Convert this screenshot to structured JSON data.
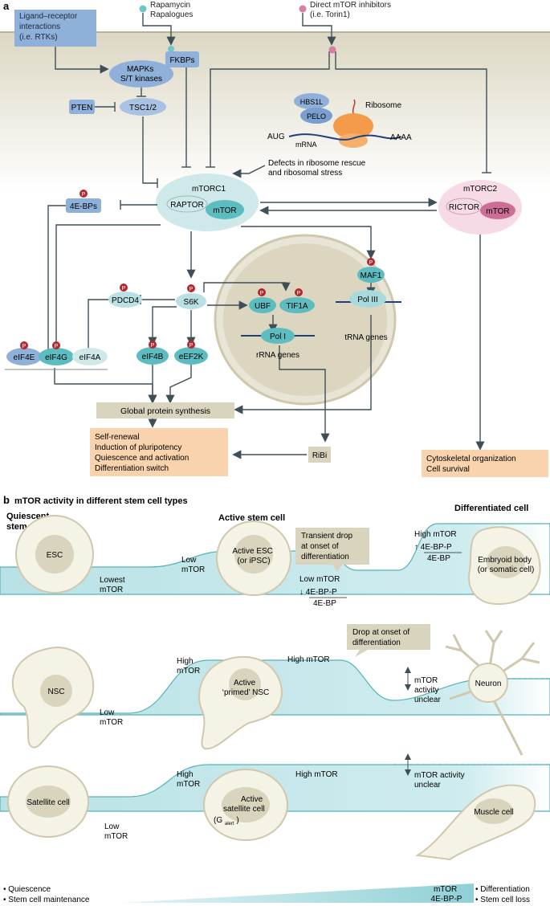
{
  "panel_a": {
    "label": "a",
    "inputs": {
      "ligand_box": [
        "Ligand–receptor",
        "interactions",
        "(i.e. RTKs)"
      ],
      "rapamycin": [
        "Rapamycin",
        "Rapalogues"
      ],
      "torin": [
        "Direct mTOR inhibitors",
        "(i.e. Torin1)"
      ]
    },
    "nodes": {
      "mapk": [
        "MAPKs",
        "S/T kinases"
      ],
      "fkbps": "FKBPs",
      "pten": "PTEN",
      "tsc": "TSC1/2",
      "hbs1l": "HBS1L",
      "pelo": "PELO",
      "ribosome": "Ribosome",
      "aug": "AUG",
      "mrna": "mRNA",
      "aaaa": "AAAA",
      "defects": [
        "Defects in ribosome rescue",
        "and ribosomal stress"
      ],
      "mtorc1": "mTORC1",
      "raptor": "RAPTOR",
      "mtor": "mTOR",
      "mtorc2": "mTORC2",
      "rictor": "RICTOR",
      "ebp": "4E-BPs",
      "pdcd4": "PDCD4",
      "s6k": "S6K",
      "ubf": "UBF",
      "tif1a": "TIF1A",
      "maf1": "MAF1",
      "pol1": "Pol I",
      "pol3": "Pol III",
      "rrna": "rRNA genes",
      "trna": "tRNA genes",
      "eif4e": "eIF4E",
      "eif4g": "eIF4G",
      "eif4a": "eIF4A",
      "eif4b": "eIF4B",
      "eef2k": "eEF2K",
      "p": "P"
    },
    "global_synthesis": "Global protein synthesis",
    "ribi": "RiBi",
    "outcomes_left": [
      "Self-renewal",
      "Induction of pluripotency",
      "Quiescence and activation",
      "Differentiation switch"
    ],
    "outcomes_right": [
      "Cytoskeletal organization",
      "Cell survival"
    ]
  },
  "panel_b": {
    "label": "b",
    "title": "mTOR activity in different stem cell types",
    "headers": {
      "quiescent": [
        "Quiescent",
        "stem cell (G0)"
      ],
      "active": "Active stem cell",
      "differentiated": "Differentiated cell"
    },
    "row1": {
      "esc": "ESC",
      "lowest": [
        "Lowest",
        "mTOR"
      ],
      "low1": [
        "Low",
        "mTOR"
      ],
      "active_esc": [
        "Active ESC",
        "(or iPSC)"
      ],
      "callout": [
        "Transient drop",
        "at onset of",
        "differentiation"
      ],
      "low2": "Low mTOR",
      "ratio_low": [
        "↓ 4E-BP-P",
        "4E-BP"
      ],
      "high": "High mTOR",
      "ratio_high": [
        "↑ 4E-BP-P",
        "4E-BP"
      ],
      "embryoid": [
        "Embryoid body",
        "(or somatic cell)"
      ]
    },
    "row2": {
      "nsc": "NSC",
      "low": [
        "Low",
        "mTOR"
      ],
      "high1": [
        "High",
        "mTOR"
      ],
      "active_nsc": [
        "Active",
        "‘primed’ NSC"
      ],
      "high2": "High mTOR",
      "callout": [
        "Drop at onset of",
        "differentiation"
      ],
      "unclear": [
        "mTOR",
        "activity",
        "unclear"
      ],
      "neuron": "Neuron"
    },
    "row3": {
      "satellite": "Satellite cell",
      "low": [
        "Low",
        "mTOR"
      ],
      "high1": [
        "High",
        "mTOR"
      ],
      "galert": "(G",
      "galert_sub": "alert",
      "active_sat": [
        "Active",
        "satellite cell"
      ],
      "high2": "High mTOR",
      "unclear": "mTOR activity",
      "unclear2": "unclear",
      "muscle": "Muscle cell"
    },
    "legend": {
      "left": [
        "Quiescence",
        "Stem cell maintenance"
      ],
      "center": [
        "mTOR",
        "4E-BP-P"
      ],
      "right": [
        "Differentiation",
        "Stem cell loss"
      ]
    }
  },
  "colors": {
    "teal": "#a6dadd",
    "teal_dark": "#55b2b6",
    "blue_box": "#8fb0d9",
    "beige": "#d9d4bd",
    "orange_box": "#f9d3ad",
    "pink": "#f6dbe6",
    "magenta": "#cc6e96",
    "p_circle": "#b3282d"
  }
}
